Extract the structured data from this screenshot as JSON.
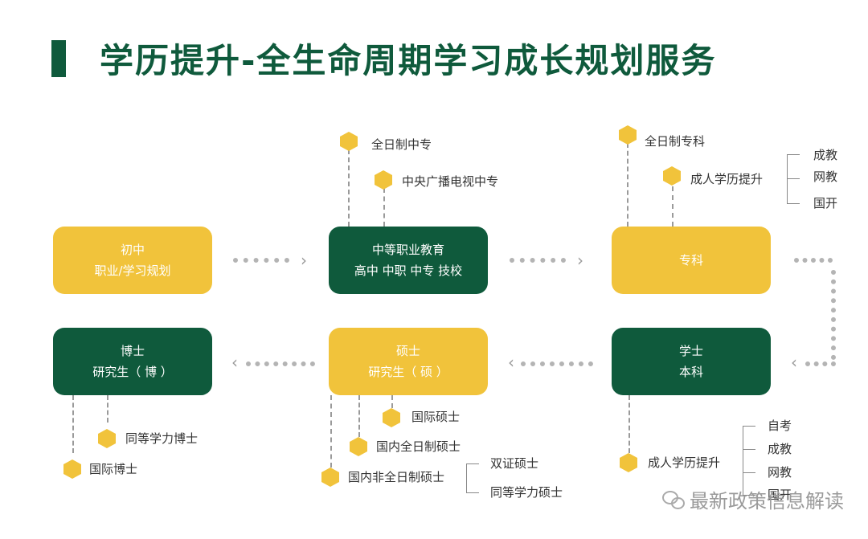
{
  "header": {
    "title": "学历提升-全生命周期学习成长规划服务"
  },
  "colors": {
    "green": "#0f5a3c",
    "yellow": "#f1c33b",
    "connector": "#b4b4b4"
  },
  "nodes": {
    "junior": {
      "line1": "初中",
      "line2": "职业/学习规划"
    },
    "secondary": {
      "line1": "中等职业教育",
      "line2": "高中 中职 中专 技校"
    },
    "college": {
      "line1": "专科"
    },
    "bachelor": {
      "line1": "学士",
      "line2": "本科"
    },
    "master": {
      "line1": "硕士",
      "line2": "研究生（ 硕 ）"
    },
    "doctor": {
      "line1": "博士",
      "line2": "研究生（ 博 ）"
    }
  },
  "branches": {
    "secondary": [
      "全日制中专",
      "中央广播电视中专"
    ],
    "college": {
      "fulltime": "全日制专科",
      "adult": "成人学历提升",
      "adult_sub": [
        "成教",
        "网教",
        "国开"
      ]
    },
    "bachelor": {
      "adult": "成人学历提升",
      "adult_sub": [
        "自考",
        "成教",
        "网教",
        "国开"
      ]
    },
    "master": {
      "intl": "国际硕士",
      "domestic_fulltime": "国内全日制硕士",
      "domestic_parttime": "国内非全日制硕士",
      "parttime_sub": [
        "双证硕士",
        "同等学力硕士"
      ]
    },
    "doctor": {
      "equivalent": "同等学力博士",
      "intl": "国际博士"
    }
  },
  "watermark": {
    "text": "最新政策信息解读",
    "icon": "wechat-icon"
  }
}
